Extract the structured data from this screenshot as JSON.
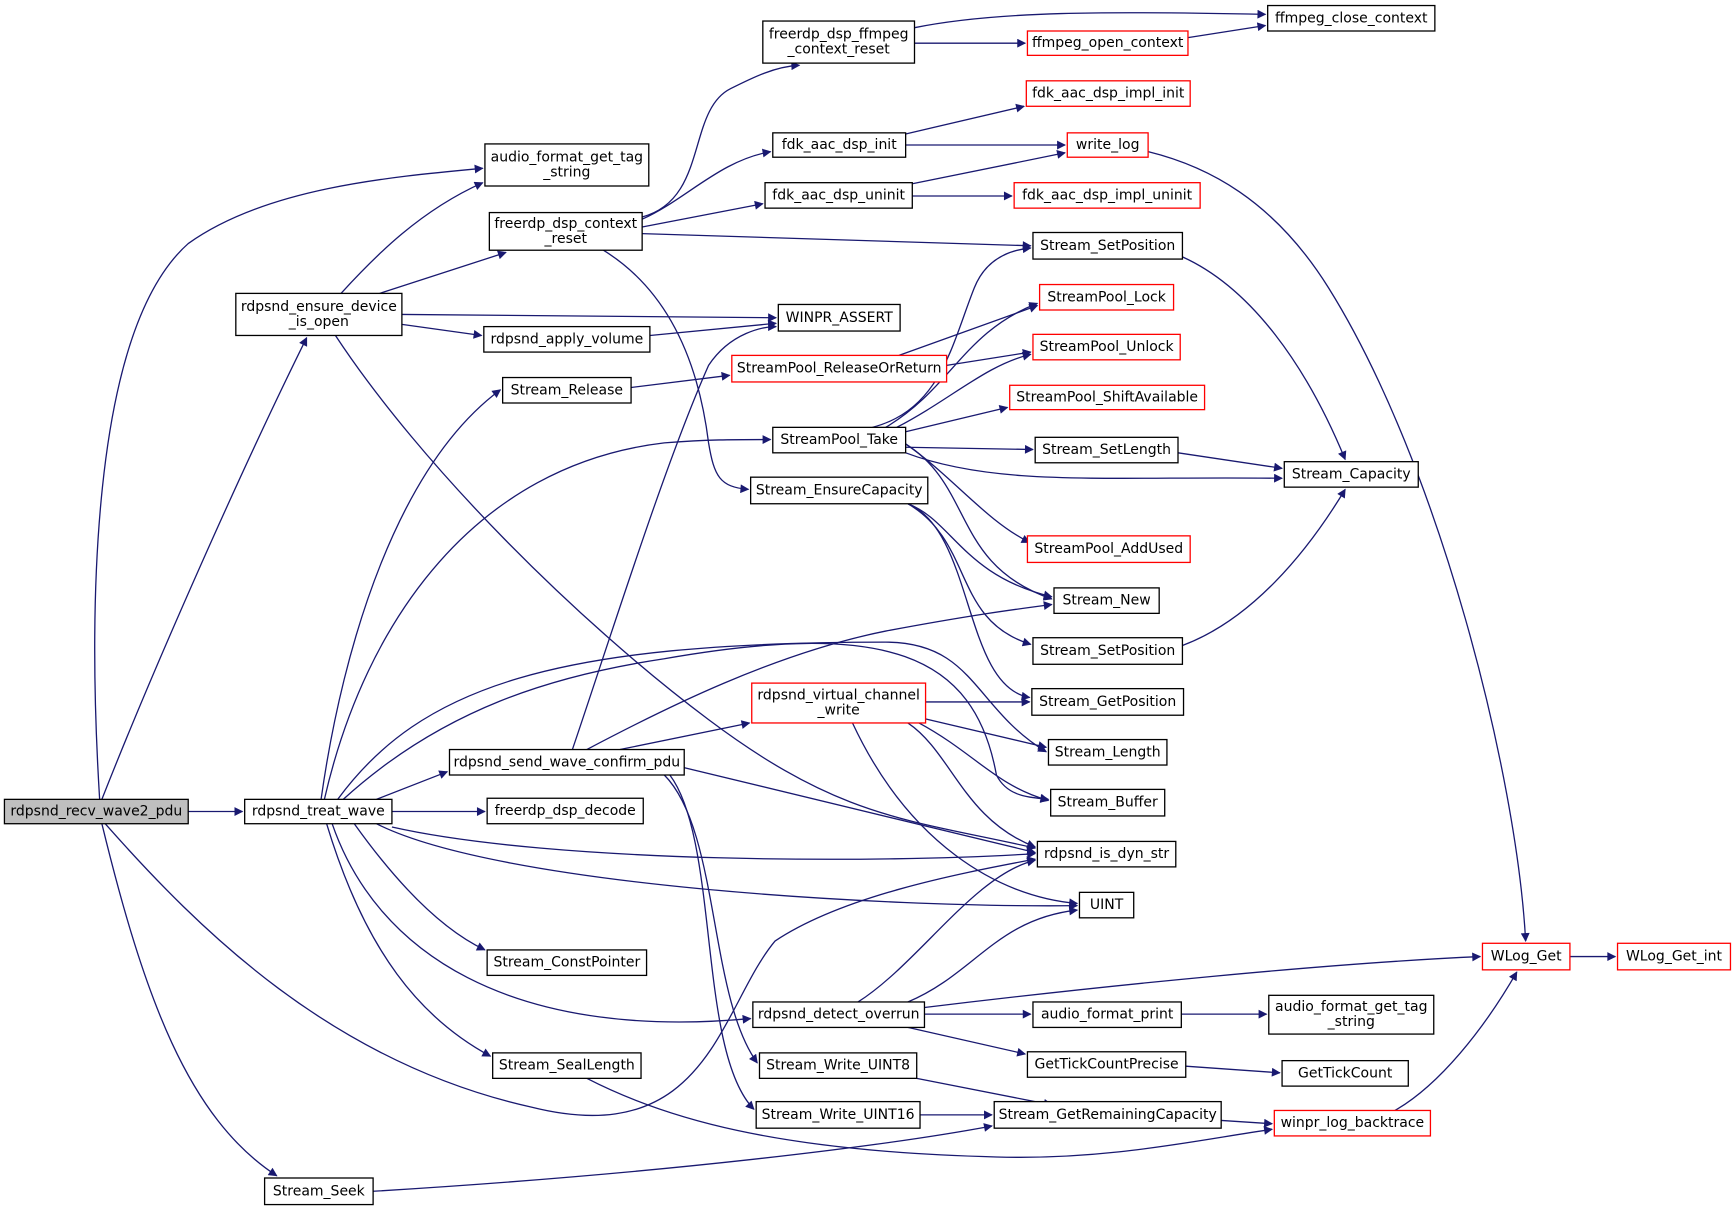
{
  "colors": {
    "edge": "#191970",
    "root_fill": "#bfbfbf",
    "node_fill": "#ffffff",
    "normal_border": "#000000",
    "truncated_border": "#ff0000"
  },
  "nodes": [
    {
      "id": "recv_wave2",
      "lines": [
        "rdpsnd_recv_wave2_pdu"
      ],
      "style": "root"
    },
    {
      "id": "treat_wave",
      "lines": [
        "rdpsnd_treat_wave"
      ],
      "style": "normal"
    },
    {
      "id": "ensure_dev",
      "lines": [
        "rdpsnd_ensure_device",
        "_is_open"
      ],
      "style": "normal"
    },
    {
      "id": "aftag1",
      "lines": [
        "audio_format_get_tag",
        "_string"
      ],
      "style": "normal"
    },
    {
      "id": "dsp_ctx_reset",
      "lines": [
        "freerdp_dsp_context",
        "_reset"
      ],
      "style": "normal"
    },
    {
      "id": "ffmpeg_reset",
      "lines": [
        "freerdp_dsp_ffmpeg",
        "_context_reset"
      ],
      "style": "normal"
    },
    {
      "id": "ffmpeg_open",
      "lines": [
        "ffmpeg_open_context"
      ],
      "style": "truncated"
    },
    {
      "id": "ffmpeg_close",
      "lines": [
        "ffmpeg_close_context"
      ],
      "style": "normal"
    },
    {
      "id": "fdk_init",
      "lines": [
        "fdk_aac_dsp_init"
      ],
      "style": "normal"
    },
    {
      "id": "fdk_impl_init",
      "lines": [
        "fdk_aac_dsp_impl_init"
      ],
      "style": "truncated"
    },
    {
      "id": "write_log",
      "lines": [
        "write_log"
      ],
      "style": "truncated"
    },
    {
      "id": "fdk_uninit",
      "lines": [
        "fdk_aac_dsp_uninit"
      ],
      "style": "normal"
    },
    {
      "id": "fdk_impl_uninit",
      "lines": [
        "fdk_aac_dsp_impl_uninit"
      ],
      "style": "truncated"
    },
    {
      "id": "setpos1",
      "lines": [
        "Stream_SetPosition"
      ],
      "style": "normal"
    },
    {
      "id": "winpr_assert",
      "lines": [
        "WINPR_ASSERT"
      ],
      "style": "normal"
    },
    {
      "id": "apply_volume",
      "lines": [
        "rdpsnd_apply_volume"
      ],
      "style": "normal"
    },
    {
      "id": "pool_lock",
      "lines": [
        "StreamPool_Lock"
      ],
      "style": "truncated"
    },
    {
      "id": "pool_unlock",
      "lines": [
        "StreamPool_Unlock"
      ],
      "style": "truncated"
    },
    {
      "id": "pool_release",
      "lines": [
        "StreamPool_ReleaseOrReturn"
      ],
      "style": "truncated"
    },
    {
      "id": "stream_release",
      "lines": [
        "Stream_Release"
      ],
      "style": "normal"
    },
    {
      "id": "pool_shift",
      "lines": [
        "StreamPool_ShiftAvailable"
      ],
      "style": "truncated"
    },
    {
      "id": "pool_take",
      "lines": [
        "StreamPool_Take"
      ],
      "style": "normal"
    },
    {
      "id": "setlength",
      "lines": [
        "Stream_SetLength"
      ],
      "style": "normal"
    },
    {
      "id": "capacity",
      "lines": [
        "Stream_Capacity"
      ],
      "style": "normal"
    },
    {
      "id": "ensure_cap",
      "lines": [
        "Stream_EnsureCapacity"
      ],
      "style": "normal"
    },
    {
      "id": "pool_addused",
      "lines": [
        "StreamPool_AddUsed"
      ],
      "style": "truncated"
    },
    {
      "id": "stream_new",
      "lines": [
        "Stream_New"
      ],
      "style": "normal"
    },
    {
      "id": "setpos2",
      "lines": [
        "Stream_SetPosition"
      ],
      "style": "normal"
    },
    {
      "id": "vc_write",
      "lines": [
        "rdpsnd_virtual_channel",
        "_write"
      ],
      "style": "truncated"
    },
    {
      "id": "getpos",
      "lines": [
        "Stream_GetPosition"
      ],
      "style": "normal"
    },
    {
      "id": "send_confirm",
      "lines": [
        "rdpsnd_send_wave_confirm_pdu"
      ],
      "style": "normal"
    },
    {
      "id": "stream_length",
      "lines": [
        "Stream_Length"
      ],
      "style": "normal"
    },
    {
      "id": "stream_buffer",
      "lines": [
        "Stream_Buffer"
      ],
      "style": "normal"
    },
    {
      "id": "dsp_decode",
      "lines": [
        "freerdp_dsp_decode"
      ],
      "style": "normal"
    },
    {
      "id": "is_dyn_str",
      "lines": [
        "rdpsnd_is_dyn_str"
      ],
      "style": "normal"
    },
    {
      "id": "uint",
      "lines": [
        "UINT"
      ],
      "style": "normal"
    },
    {
      "id": "const_ptr",
      "lines": [
        "Stream_ConstPointer"
      ],
      "style": "normal"
    },
    {
      "id": "wlog_get",
      "lines": [
        "WLog_Get"
      ],
      "style": "truncated"
    },
    {
      "id": "wlog_get_int",
      "lines": [
        "WLog_Get_int"
      ],
      "style": "truncated"
    },
    {
      "id": "detect_overrun",
      "lines": [
        "rdpsnd_detect_overrun"
      ],
      "style": "normal"
    },
    {
      "id": "af_print",
      "lines": [
        "audio_format_print"
      ],
      "style": "normal"
    },
    {
      "id": "aftag2",
      "lines": [
        "audio_format_get_tag",
        "_string"
      ],
      "style": "normal"
    },
    {
      "id": "seal_length",
      "lines": [
        "Stream_SealLength"
      ],
      "style": "normal"
    },
    {
      "id": "write_u8",
      "lines": [
        "Stream_Write_UINT8"
      ],
      "style": "normal"
    },
    {
      "id": "tick_precise",
      "lines": [
        "GetTickCountPrecise"
      ],
      "style": "normal"
    },
    {
      "id": "tick",
      "lines": [
        "GetTickCount"
      ],
      "style": "normal"
    },
    {
      "id": "write_u16",
      "lines": [
        "Stream_Write_UINT16"
      ],
      "style": "normal"
    },
    {
      "id": "remaining_cap",
      "lines": [
        "Stream_GetRemainingCapacity"
      ],
      "style": "normal"
    },
    {
      "id": "log_backtrace",
      "lines": [
        "winpr_log_backtrace"
      ],
      "style": "truncated"
    },
    {
      "id": "stream_seek",
      "lines": [
        "Stream_Seek"
      ],
      "style": "normal"
    }
  ]
}
